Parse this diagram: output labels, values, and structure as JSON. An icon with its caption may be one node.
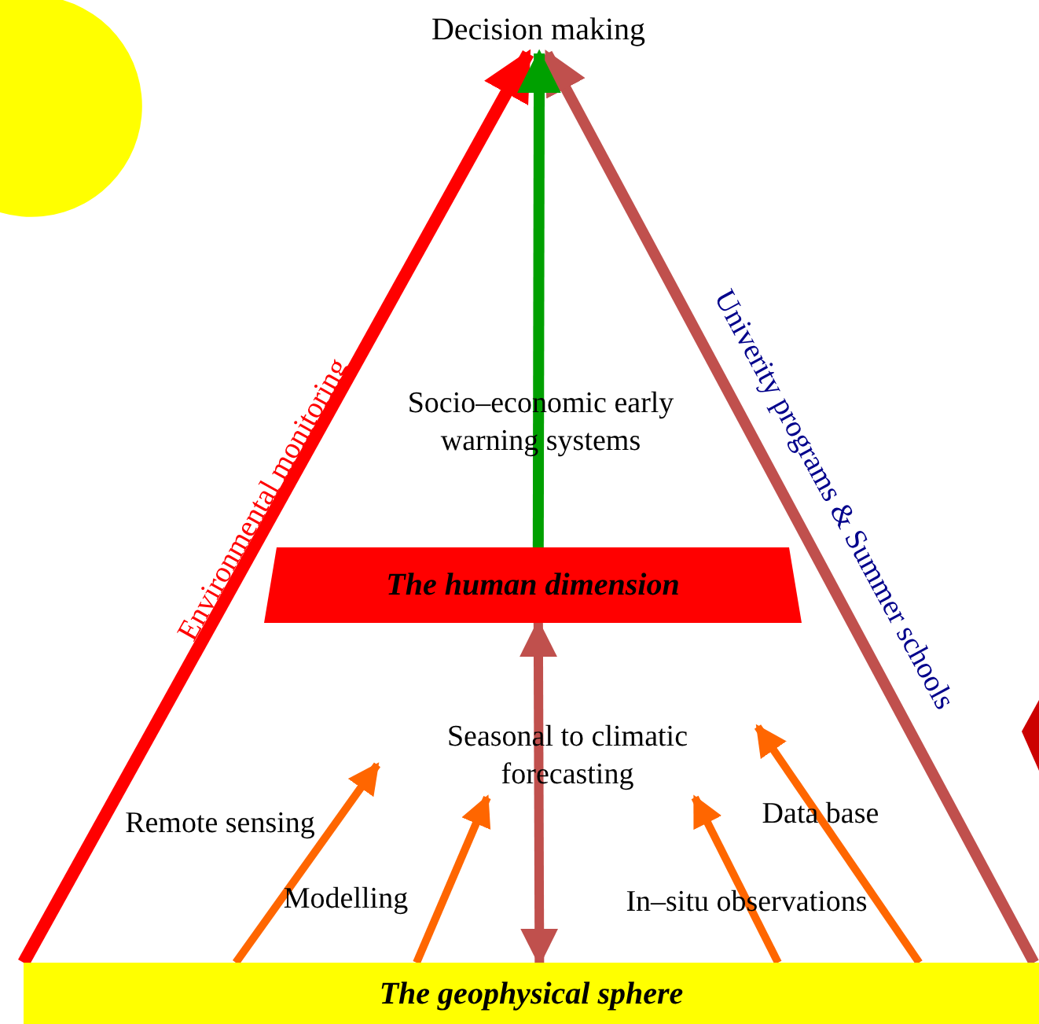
{
  "diagram": {
    "nodes": [
      {
        "text": [
          "Decision making"
        ]
      },
      {
        "text": [
          "The human dimension"
        ]
      },
      {
        "text": [
          "The geophysical sphere"
        ]
      },
      {
        "text": [
          "Seasonal to climatic forecasting"
        ]
      }
    ],
    "edges": [
      {
        "from": 2,
        "to": 0,
        "arrow": "to",
        "label": "Environmental monitoring",
        "color": "#ff0000"
      },
      {
        "from": 2,
        "to": 0,
        "arrow": "to",
        "label": "Univerity programs & Summer schools",
        "color": "#c0504d"
      },
      {
        "from": 1,
        "to": 0,
        "arrow": "to",
        "color": "#00a000"
      },
      {
        "from": 2,
        "to": 1,
        "arrow": "both",
        "color": "#c0504d"
      },
      {
        "from": 2,
        "to": 3,
        "arrow": "to"
      },
      {
        "from": 2,
        "to": 3,
        "arrow": "to"
      },
      {
        "from": 2,
        "to": 3,
        "arrow": "to"
      },
      {
        "from": 2,
        "to": 3,
        "arrow": "to"
      }
    ],
    "labels": [
      "Socio–economic early warning systems",
      "Remote sensing",
      "Data base",
      "Modelling",
      "In–situ observations"
    ]
  }
}
